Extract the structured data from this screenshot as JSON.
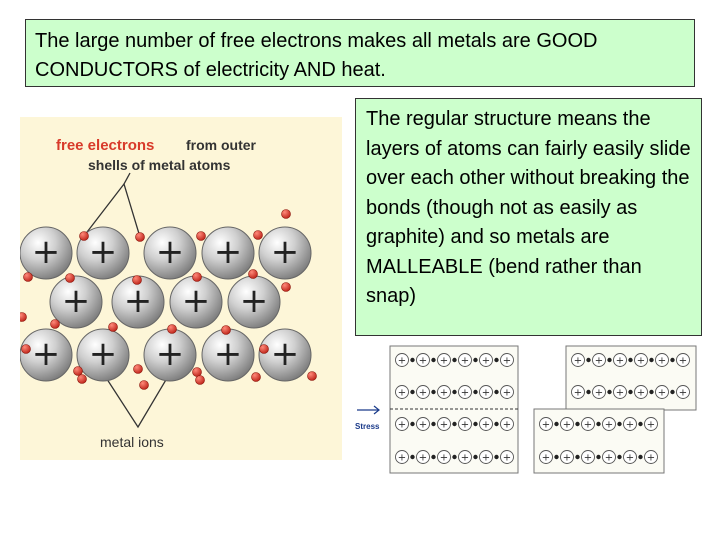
{
  "top_text": "The large number of free electrons makes all metals are GOOD CONDUCTORS of electricity AND heat.",
  "right_text": "The regular structure means the layers of atoms can fairly easily slide over each other without breaking the bonds (though not as easily as graphite) and so metals are MALLEABLE (bend rather than snap)",
  "figure": {
    "label_red": "free electrons",
    "label_top_1": "from outer",
    "label_top_2": "shells of metal atoms",
    "label_bottom": "metal ions",
    "ion_symbol": "+"
  },
  "slip_figure": {
    "stress_label": "Stress",
    "ion_symbol": "+"
  },
  "colors": {
    "box_bg": "#ccffcc",
    "figure_bg": "#fdf6d8",
    "electron": "#d42a1c",
    "label_red": "#d83a2a"
  }
}
